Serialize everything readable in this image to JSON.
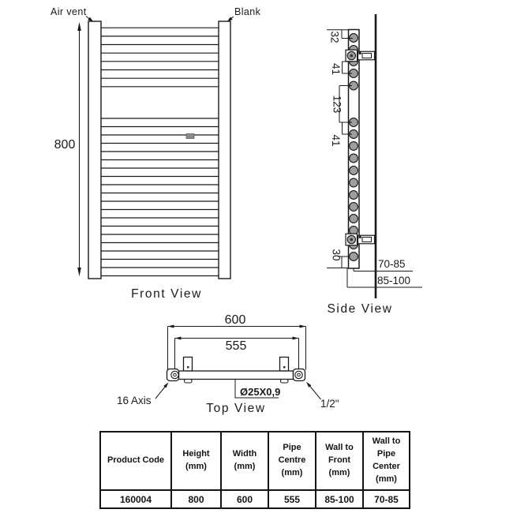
{
  "front_view": {
    "title": "Front View",
    "air_vent": "Air vent",
    "blank": "Blank",
    "height_dim": "800"
  },
  "side_view": {
    "title": "Side View",
    "dim_top": "32",
    "dim_upper_gap": "41",
    "dim_middle": "123",
    "dim_lower_gap": "41",
    "dim_bottom": "30",
    "wall_to_pipe": "70-85",
    "wall_to_front": "85-100"
  },
  "top_view": {
    "title": "Top View",
    "width_dim": "600",
    "pipe_centre_dim": "555",
    "pipe_spec": "Ø25X0,9",
    "axis_label": "16 Axis",
    "half_inch_label": "1/2\""
  },
  "table": {
    "h": [
      [
        "Product  Code"
      ],
      [
        "Height",
        "(mm)"
      ],
      [
        "Width",
        "(mm)"
      ],
      [
        "Pipe",
        "Centre",
        "(mm)"
      ],
      [
        "Wall to",
        "Front",
        "(mm)"
      ],
      [
        "Wall to",
        "Pipe",
        "Center",
        "(mm)"
      ]
    ],
    "r": [
      "160004",
      "800",
      "600",
      "555",
      "85-100",
      "70-85"
    ]
  },
  "colors": {
    "line": "#1a1a1a",
    "circle_fill": "#9e9e9e",
    "clip_fill": "#8a8a8a"
  }
}
